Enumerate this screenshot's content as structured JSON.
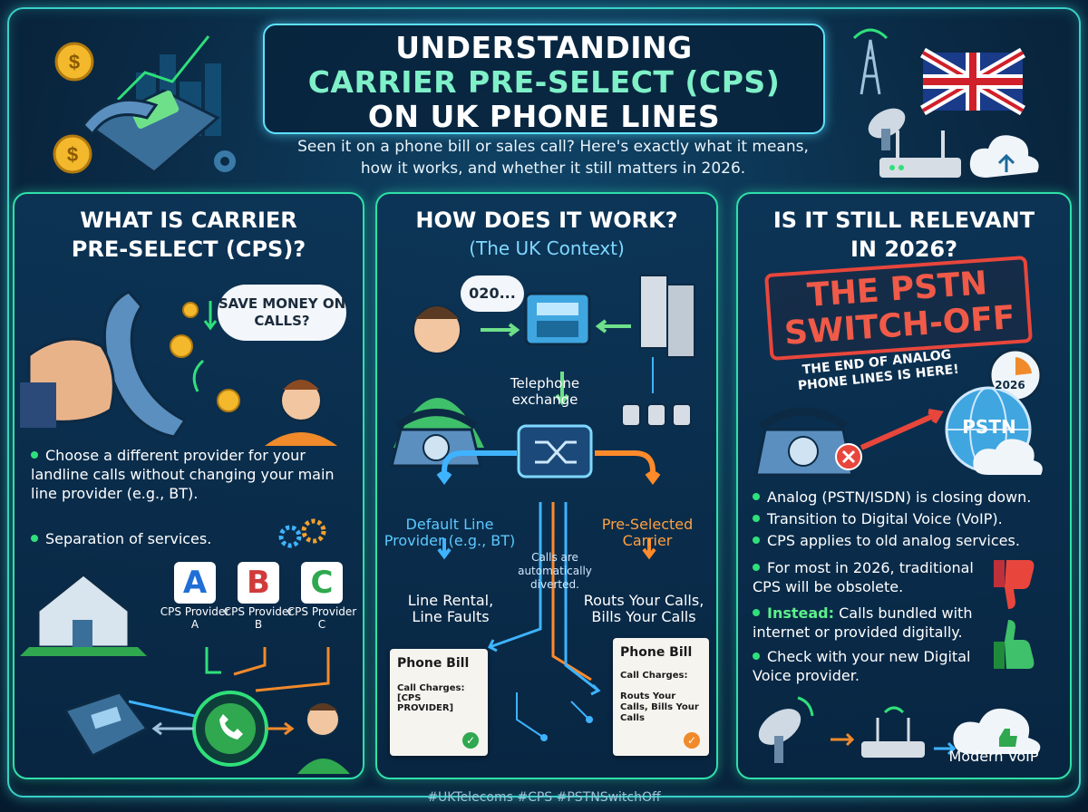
{
  "header": {
    "title_line1": "UNDERSTANDING",
    "title_line2": "CARRIER PRE-SELECT (CPS)",
    "title_line3": "ON UK PHONE LINES",
    "subtitle_line1": "Seen it on a phone bill or sales call? Here's exactly what it means,",
    "subtitle_line2": "how it works, and whether it still matters in 2026."
  },
  "panel_what": {
    "title_line1": "WHAT IS CARRIER",
    "title_line2": "PRE-SELECT (CPS)?",
    "bubble": "SAVE MONEY ON CALLS?",
    "bullet1": "Choose a different provider for your landline calls without changing your main line provider (e.g., BT).",
    "bullet2": "Separation of services.",
    "providers": [
      {
        "letter": "A",
        "label": "CPS Provider A",
        "color": "#1f6fd6"
      },
      {
        "letter": "B",
        "label": "CPS Provider B",
        "color": "#d03a3a"
      },
      {
        "letter": "C",
        "label": "CPS Provider C",
        "color": "#2fa84f"
      }
    ]
  },
  "panel_how": {
    "title": "HOW DOES IT WORK?",
    "subtitle": "(The UK Context)",
    "speech": "020...",
    "exchange_label": "Telephone exchange",
    "default_provider": "Default Line Provider (e.g., BT)",
    "preselected": "Pre-Selected Carrier",
    "diverted_note": "Calls are automatically diverted.",
    "default_role": "Line Rental, Line Faults",
    "carrier_role": "Routs Your Calls, Bills Your Calls",
    "bill1": {
      "title": "Phone Bill",
      "charges_label": "Call Charges:",
      "charges_value": "[CPS PROVIDER]"
    },
    "bill2": {
      "title": "Phone Bill",
      "charges_label": "Call Charges:",
      "charges_value": "Routs Your Calls, Bills Your Calls"
    }
  },
  "panel_relevant": {
    "title_line1": "IS IT STILL RELEVANT",
    "title_line2": "IN 2026?",
    "stamp": "THE PSTN SWITCH-OFF",
    "stamp_note": "THE END OF ANALOG PHONE LINES IS HERE!",
    "clock_year": "2026",
    "globe_label": "PSTN",
    "bullets": [
      "Analog (PSTN/ISDN) is closing down.",
      "Transition to Digital Voice (VoIP).",
      "CPS applies to old analog services.",
      "For most in 2026, traditional CPS will be obsolete."
    ],
    "instead_label": "Instead:",
    "instead_text": "Calls bundled with internet or provided digitally.",
    "check_text": "Check with your new Digital Voice provider.",
    "voip_label": "Modern VoIP"
  },
  "footer": "#UKTelecoms #CPS #PSTNSwitchOff",
  "colors": {
    "accent_teal": "#39d0c8",
    "accent_green": "#2fe0a8",
    "stamp_red": "#e8463c",
    "flow_blue": "#3fb3ff",
    "flow_orange": "#ff8a2a"
  }
}
